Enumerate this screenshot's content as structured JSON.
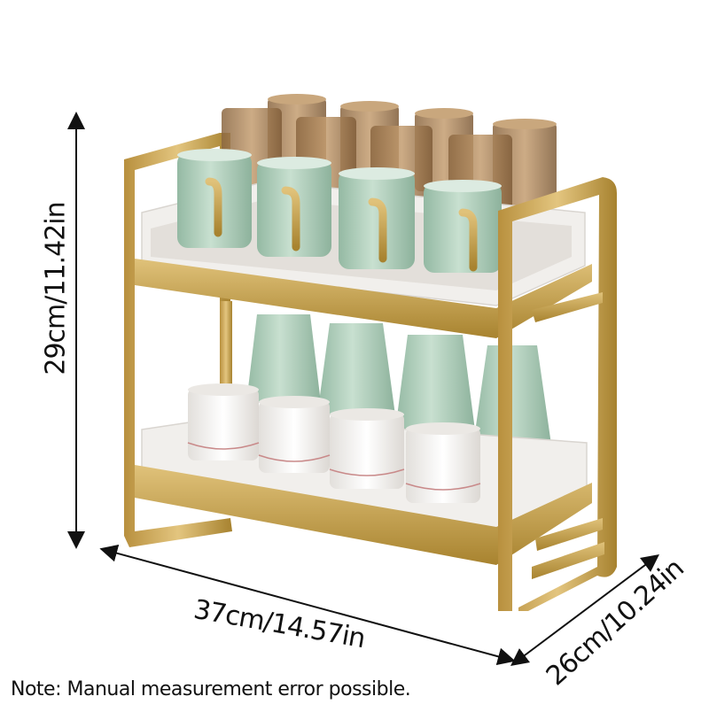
{
  "dimensions": {
    "height_label": "29cm/11.42in",
    "width_label": "37cm/14.57in",
    "depth_label": "26cm/10.24in"
  },
  "note": "Note: Manual measurement error possible.",
  "colors": {
    "gold": "#c9a24e",
    "gold_dark": "#9c7a2e",
    "tray": "#f1efec",
    "mug_green": "#a9cbb6",
    "glass_amber": "#a9835a",
    "cup_white": "#f3f1ee",
    "arrow": "#111111"
  }
}
